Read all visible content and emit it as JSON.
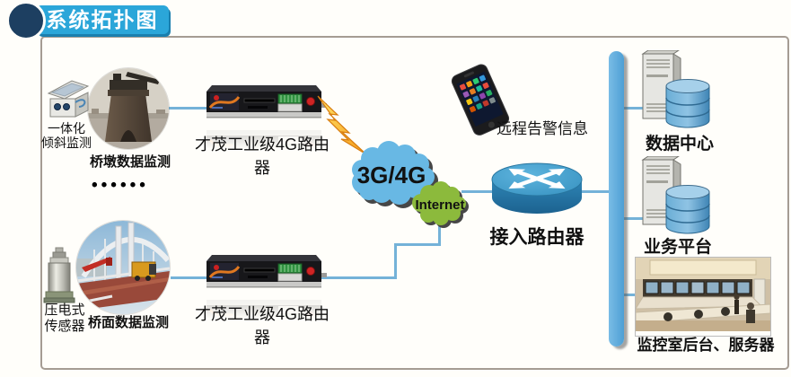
{
  "title": "系统拓扑图",
  "left": {
    "tilt_sensor": {
      "line1": "一体化",
      "line2": "倾斜监测"
    },
    "pier_photo_label": "桥墩数据监测",
    "ellipsis": "••••••",
    "piezo_sensor": {
      "line1": "压电式",
      "line2": "传感器"
    },
    "deck_photo_label": "桥面数据监测"
  },
  "routers": {
    "industrial_top_label": "才茂工业级4G路由器",
    "industrial_bottom_label": "才茂工业级4G路由器"
  },
  "cloud": {
    "primary": "3G/4G",
    "secondary": "Internet"
  },
  "phone": {
    "label": "远程告警信息"
  },
  "access_router": {
    "label": "接入路由器"
  },
  "right": {
    "nodes": [
      {
        "label": "数据中心"
      },
      {
        "label": "业务平台"
      },
      {
        "label": "监控室后台、服务器"
      }
    ]
  },
  "colors": {
    "banner_blue": "#2ba6d9",
    "circle_navy": "#1d3f61",
    "line_blue": "#74b2d8",
    "trunk_blue": "#5fa8d8",
    "cloud_blue": "#68b8e4",
    "cloud_green": "#8cba3c",
    "bolt_orange": "#f59a1a"
  }
}
